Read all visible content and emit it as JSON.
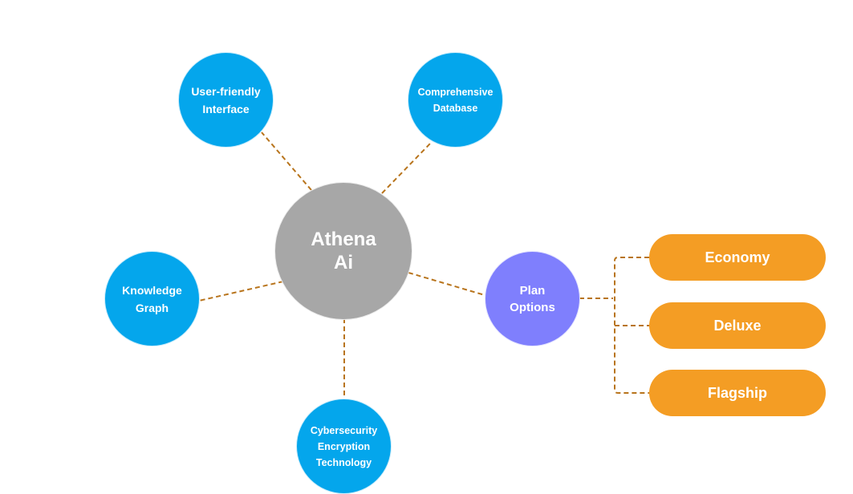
{
  "diagram": {
    "center": {
      "label": "Athena\nAi",
      "color": "#a7a7a7"
    },
    "features": [
      {
        "id": "user-friendly-interface",
        "label": "User-friendly\nInterface"
      },
      {
        "id": "comprehensive-database",
        "label": "Comprehensive\nDatabase"
      },
      {
        "id": "knowledge-graph",
        "label": "Knowledge\nGraph"
      },
      {
        "id": "cybersecurity-encryption-technology",
        "label": "Cybersecurity\nEncryption\nTechnology"
      }
    ],
    "plan_options": {
      "label": "Plan\nOptions",
      "color": "#7f7ffd",
      "options": [
        {
          "label": "Economy"
        },
        {
          "label": "Deluxe"
        },
        {
          "label": "Flagship"
        }
      ]
    },
    "colors": {
      "feature": "#04a6ec",
      "option": "#f49d24",
      "connector": "#b8741c"
    }
  }
}
